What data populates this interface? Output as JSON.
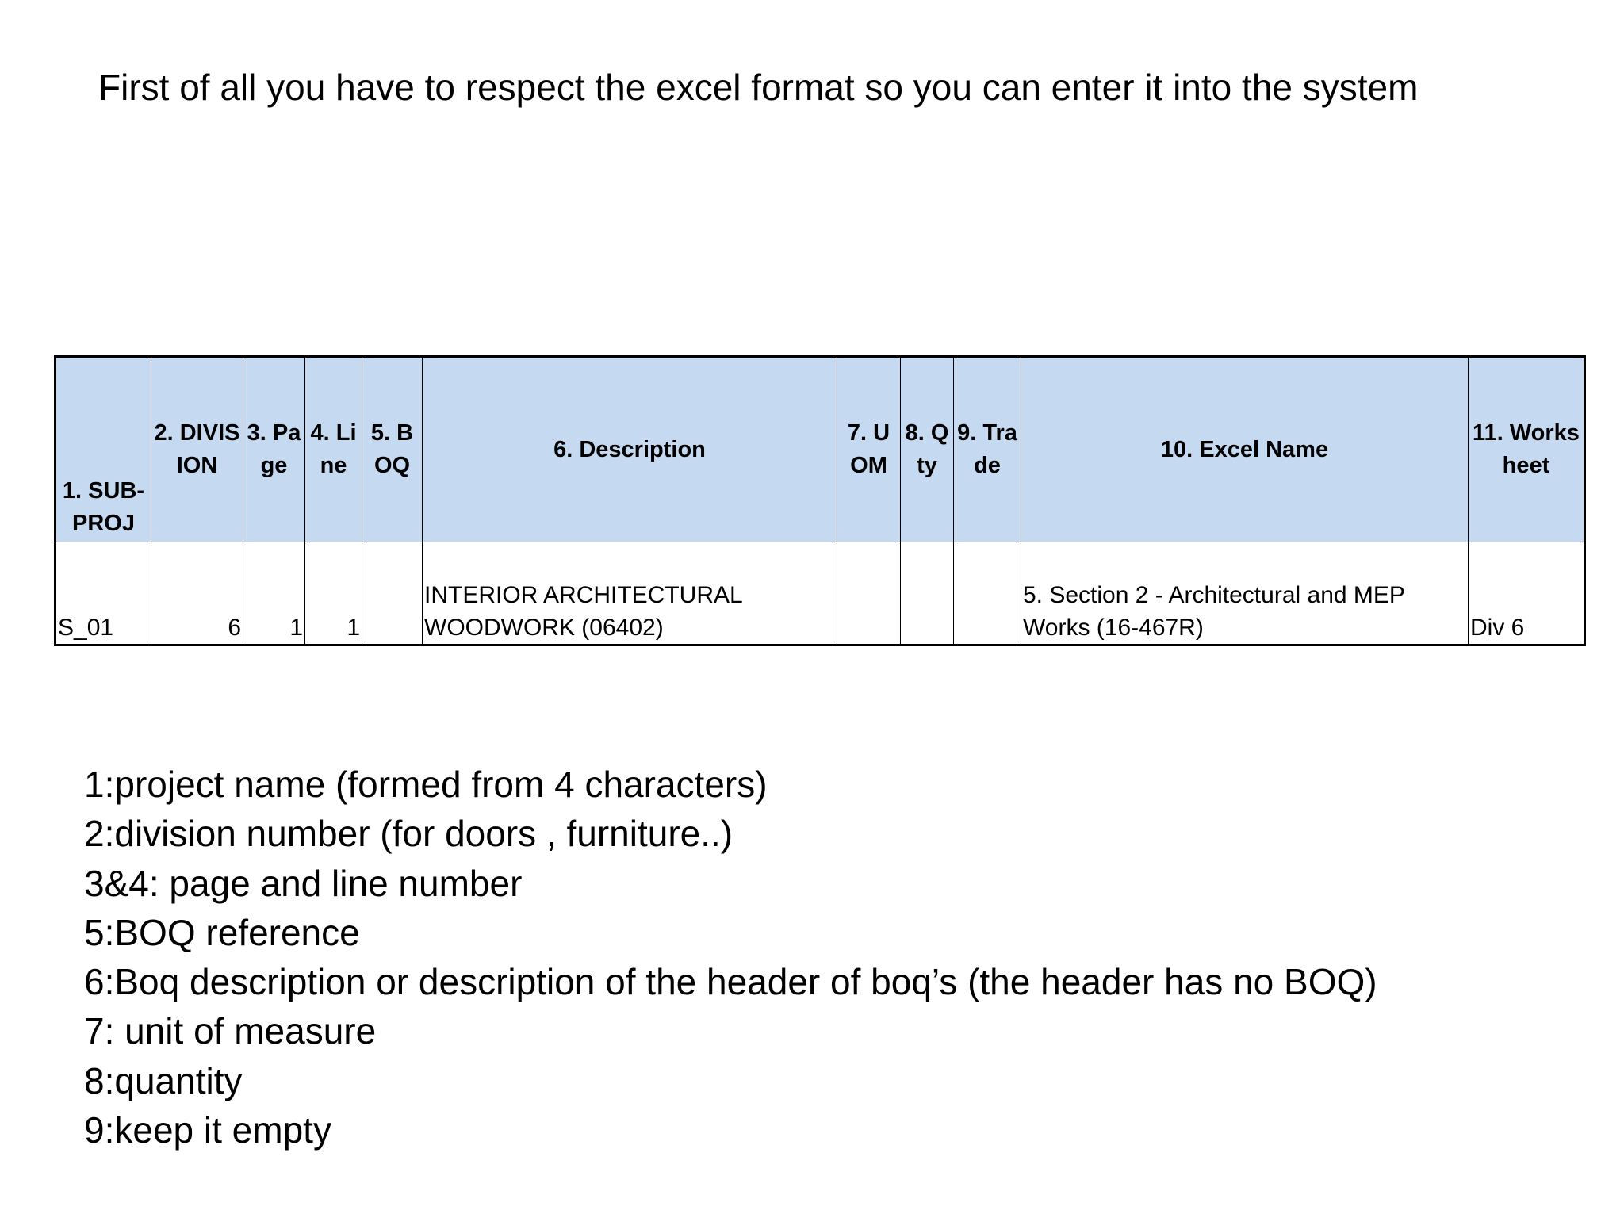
{
  "title": "First of all you have to respect the excel format so you can enter it into the system",
  "table": {
    "headers": [
      "1. SUB-PROJ",
      "2. DIVISION",
      "3. Page",
      "4. Line",
      "5. BOQ",
      "6. Description",
      "7. UOM",
      "8. Qty",
      "9. Trade",
      "10. Excel Name",
      "11. Worksheet"
    ],
    "row": {
      "sub_proj": "S_01",
      "division": "6",
      "page": "1",
      "line": "1",
      "boq": "",
      "description": "INTERIOR ARCHITECTURAL WOODWORK (06402)",
      "uom": "",
      "qty": "",
      "trade": "",
      "excel_name": "5. Section 2 - Architectural and MEP Works (16-467R)",
      "worksheet": "Div 6"
    },
    "header_color": "#c5d9f1"
  },
  "notes": [
    "1:project name (formed from 4 characters)",
    "2:division number (for doors , furniture..)",
    "3&4: page and line number",
    "5:BOQ reference",
    "6:Boq description or description of the header of boq’s (the header has no BOQ)",
    "7: unit of measure",
    "8:quantity",
    "9:keep it empty"
  ]
}
